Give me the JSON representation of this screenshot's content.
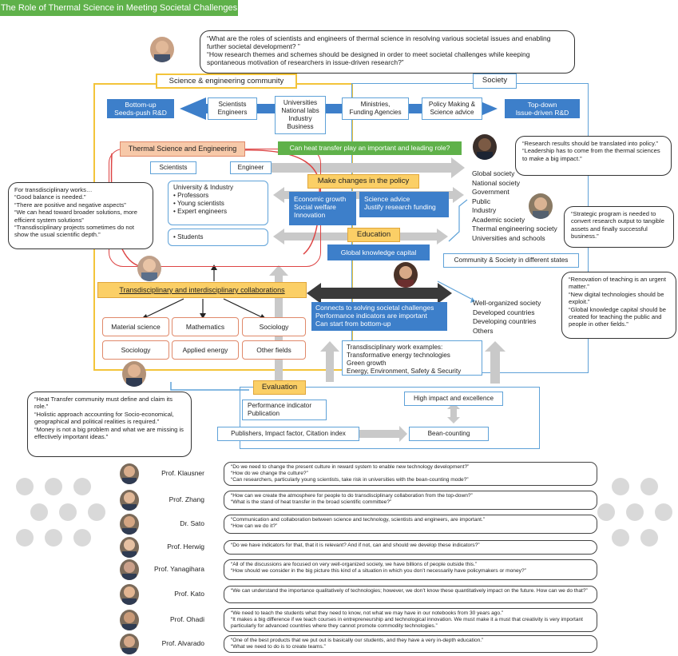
{
  "title": "The Role of Thermal Science in Meeting Societal Challenges",
  "top_question": "“What are the roles of scientists and engineers of thermal science in resolving various societal issues and enabling further societal development? ”\n“How research themes and schemes should be designed in order to meet societal challenges while keeping spontaneous motivation of researchers in issue-driven research?”",
  "headers": {
    "community": "Science & engineering community",
    "society": "Society"
  },
  "top_row": {
    "bottom_up": "Bottom-up\nSeeds-push R&D",
    "scientists_engineers": "Scientists\nEngineers",
    "universities": "Universities\nNational labs\nIndustry\nBusiness",
    "ministries": "Ministries,\nFunding Agencies",
    "policy": "Policy Making &\nScience advice",
    "top_down": "Top-down\nIssue-driven R&D"
  },
  "thermal_label": "Thermal Science and Engineering",
  "heat_transfer_question": "Can heat transfer play an important and leading role?",
  "scientists": "Scientists",
  "engineer": "Engineer",
  "make_changes": "Make changes in the policy",
  "univ_industry": "University & Industry\n• Professors\n• Young scientists\n• Expert engineers",
  "students": "• Students",
  "economic_growth": "Economic growth\nSocial welfare\nInnovation",
  "science_advice": "Science advice\nJustify research funding",
  "education": "Education",
  "global_knowledge": "Global knowledge capital",
  "society_list": "Global society\nNational society\nGovernment\nPublic\nIndustry\nAcademic society\nThermal engineering society\nUniversities and schools",
  "community_society_states": "Community & Society in different states",
  "transdisciplinary": "Transdisciplinary and interdisciplinary collaborations",
  "disciplines": [
    "Material science",
    "Mathematics",
    "Sociology",
    "Sociology",
    "Applied energy",
    "Other fields"
  ],
  "connects": "Connects to solving societal challenges\nPerformance indicators are important\nCan start from bottom-up",
  "org_list": "Well-organized society\nDeveloped countries\nDeveloping countries\nOthers",
  "transdisc_examples": "Transdisciplinary work examples:\nTransformative energy technologies\nGreen growth\nEnergy, Environment, Safety & Security",
  "evaluation": "Evaluation",
  "performance": "Performance indicator\nPublication",
  "high_impact": "High impact and excellence",
  "publishers": "Publishers, Impact factor, Citation index",
  "bean_counting": "Bean-counting",
  "left_bubble": "For transdisciplinary works…\n“Good balance is needed.”\n“There are positive and negative aspects”\n“We can head toward broader solutions, more efficient system solutions”\n“Transdisciplinary projects sometimes do not show the usual scientific depth.”",
  "bottom_left_bubble": "“Heat Transfer community must define and claim its role.”\n“Holistic approach accounting for Socio-economical, geographical and political realities is required.”\n“Money is not a big problem and what we are missing is effectively important ideas.”",
  "right_bubble_1": "“Research results should be translated into policy.”\n“Leadership has to come from the thermal sciences to make a big impact.”",
  "right_bubble_2": "“Strategic program is needed to convert research output to tangible assets and finally successful business.”",
  "right_bubble_3": "“Renovation of teaching is an urgent matter.”\n“New digital technologies should be exploit.”\n“Global knowledge capital should be created for teaching the public and people in other fields.”",
  "quotes": [
    {
      "name": "Prof. Klausner",
      "text": "“Do we need to change the present culture in reward system to enable new technology development?”\n“How do we change the culture?”\n“Can researchers, particularly young scientists, take risk in universities with the bean-counting mode?”"
    },
    {
      "name": "Prof. Zhang",
      "text": "“How can we create the atmosphere for people to do transdisciplinary collaboration from the top-down?”\n“What is the stand of heat transfer in the broad scientific committee?”"
    },
    {
      "name": "Dr. Sato",
      "text": "“Communication and collaboration between science and technology, scientists and engineers, are important.”\n“How can we do it?”"
    },
    {
      "name": "Prof. Herwig",
      "text": "“Do we have indicators for that, that it is relevant? And if not, can and should we develop these indicators?”"
    },
    {
      "name": "Prof. Yanagihara",
      "text": "“All of the discussions are focused on very well-organized society, we have billions of people outside this.”\n“How should we consider in the big picture this kind of a situation in which you don’t necessarily have policymakers or money?”"
    },
    {
      "name": "Prof. Kato",
      "text": "“We can understand the importance qualitatively of technologies; however, we don’t know these quantitatively impact on the future. How can we do that?”"
    },
    {
      "name": "Prof. Ohadi",
      "text": "“We need to teach the students what they need to know, not what we may have in our notebooks from 30 years ago.”\n“It makes a big difference if we teach courses in entrepreneurship and technological innovation. We must make it a must that creativity is very important particularly for advanced countries where they cannot promote commodity technologies.”"
    },
    {
      "name": "Prof. Alvarado",
      "text": "“One of the best products that we put out is basically our students, and they have a very in-depth education.”\n“What we need to do is to create teams.”"
    }
  ],
  "colors": {
    "green": "#5fb14a",
    "blue": "#3d7fca",
    "yellow_frame": "#f3c43a",
    "light_blue": "#5fa2d8",
    "orange": "#e0896a",
    "gray_arrow": "#c9c9c9",
    "dark_arrow": "#3a3a3a"
  }
}
